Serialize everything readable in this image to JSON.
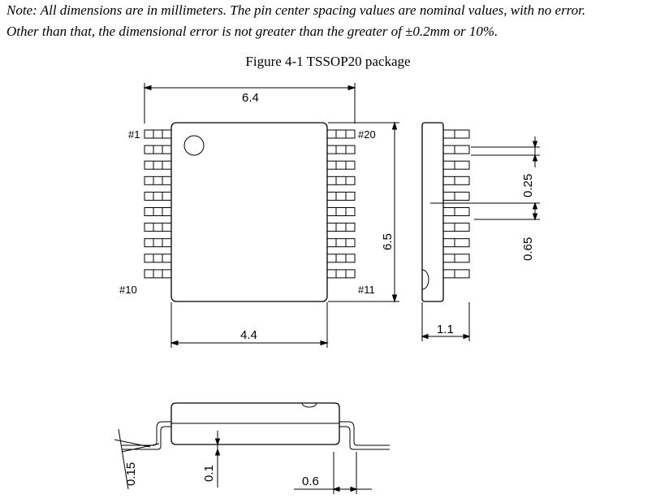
{
  "note": {
    "line1": "Note: All dimensions are in millimeters. The pin center spacing values are nominal values, with no error.",
    "line2": "Other than that, the dimensional error is not greater than the greater of ±0.2mm or 10%."
  },
  "figure": {
    "caption": "Figure 4-1 TSSOP20 package",
    "top_view": {
      "pin_first_left": "#1",
      "pin_last_left": "#10",
      "pin_first_right": "#20",
      "pin_last_right": "#11",
      "pins_per_side": 10,
      "dim_overall_width": "6.4",
      "dim_body_length": "6.5",
      "dim_body_width": "4.4"
    },
    "side_view": {
      "dim_lead_width": "0.25",
      "dim_pitch": "0.65",
      "dim_height": "1.1"
    },
    "end_view": {
      "dim_lead_thickness": "0.15",
      "dim_standoff": "0.1",
      "dim_foot_length": "0.6"
    }
  }
}
